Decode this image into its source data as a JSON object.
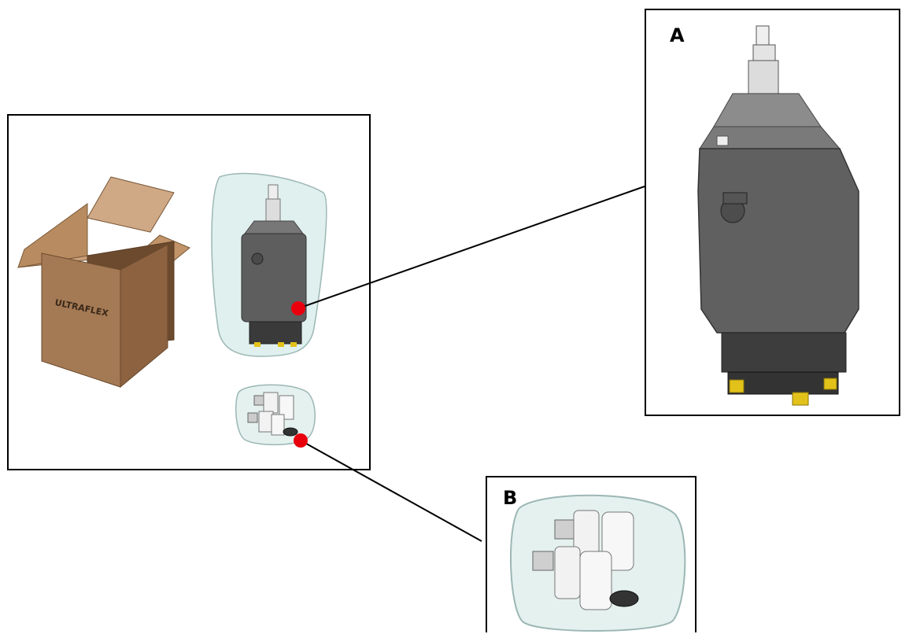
{
  "labels": {
    "a": "A",
    "b": "B"
  },
  "box": {
    "brand_text": "ULTRAFLEX"
  },
  "colors": {
    "callout_dot": "#e8000d",
    "pump_body": "#5e5e5e",
    "box_cardboard": "#a47a55",
    "fitting_yellow": "#e2c21a",
    "packaging": "#dff0ee"
  }
}
